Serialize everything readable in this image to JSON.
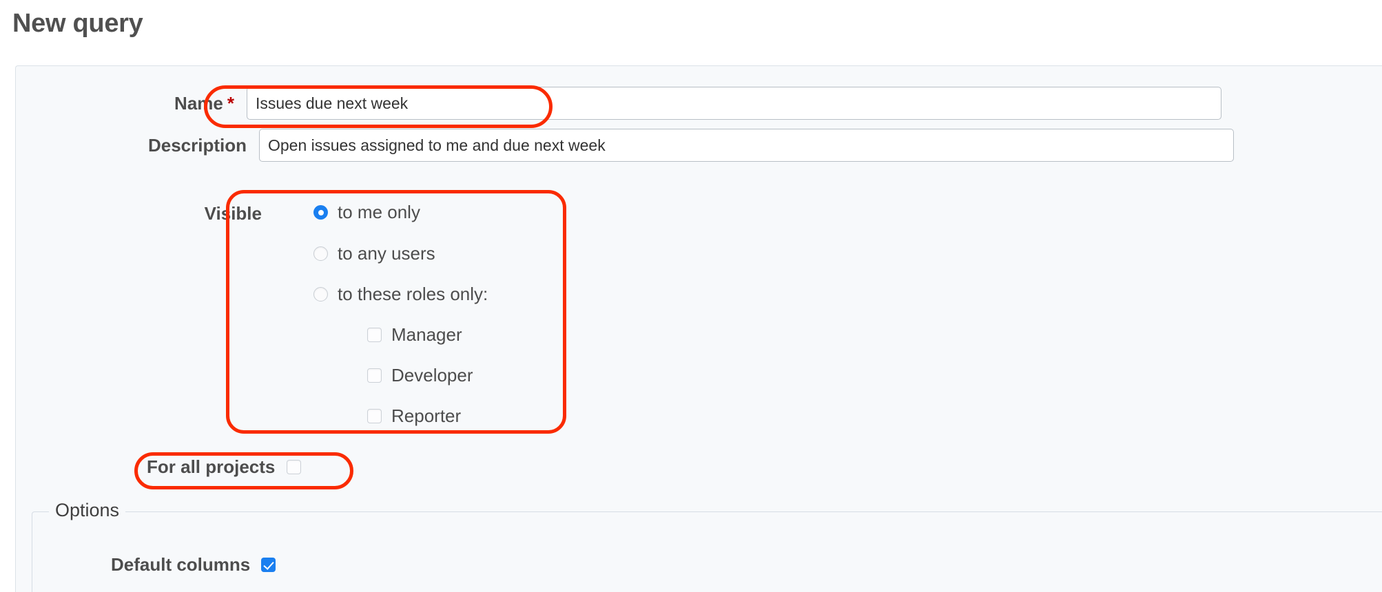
{
  "page": {
    "title": "New query"
  },
  "form": {
    "name": {
      "label": "Name",
      "required_marker": "*",
      "value": "Issues due next week",
      "placeholder": ""
    },
    "description": {
      "label": "Description",
      "value": "Open issues assigned to me and due next week",
      "placeholder": ""
    },
    "visible": {
      "label": "Visible",
      "options": [
        {
          "label": "to me only",
          "selected": true
        },
        {
          "label": "to any users",
          "selected": false
        },
        {
          "label": "to these roles only:",
          "selected": false
        }
      ],
      "roles": [
        {
          "label": "Manager",
          "checked": false
        },
        {
          "label": "Developer",
          "checked": false
        },
        {
          "label": "Reporter",
          "checked": false
        }
      ]
    },
    "for_all_projects": {
      "label": "For all projects",
      "checked": false
    },
    "options": {
      "legend": "Options",
      "default_columns": {
        "label": "Default columns",
        "checked": true
      }
    }
  },
  "colors": {
    "accent": "#1a7ff0",
    "required": "#bb0000",
    "annotation": "#fa2b00",
    "panel_bg": "#f7f9fb",
    "text": "#4d4d4d"
  }
}
